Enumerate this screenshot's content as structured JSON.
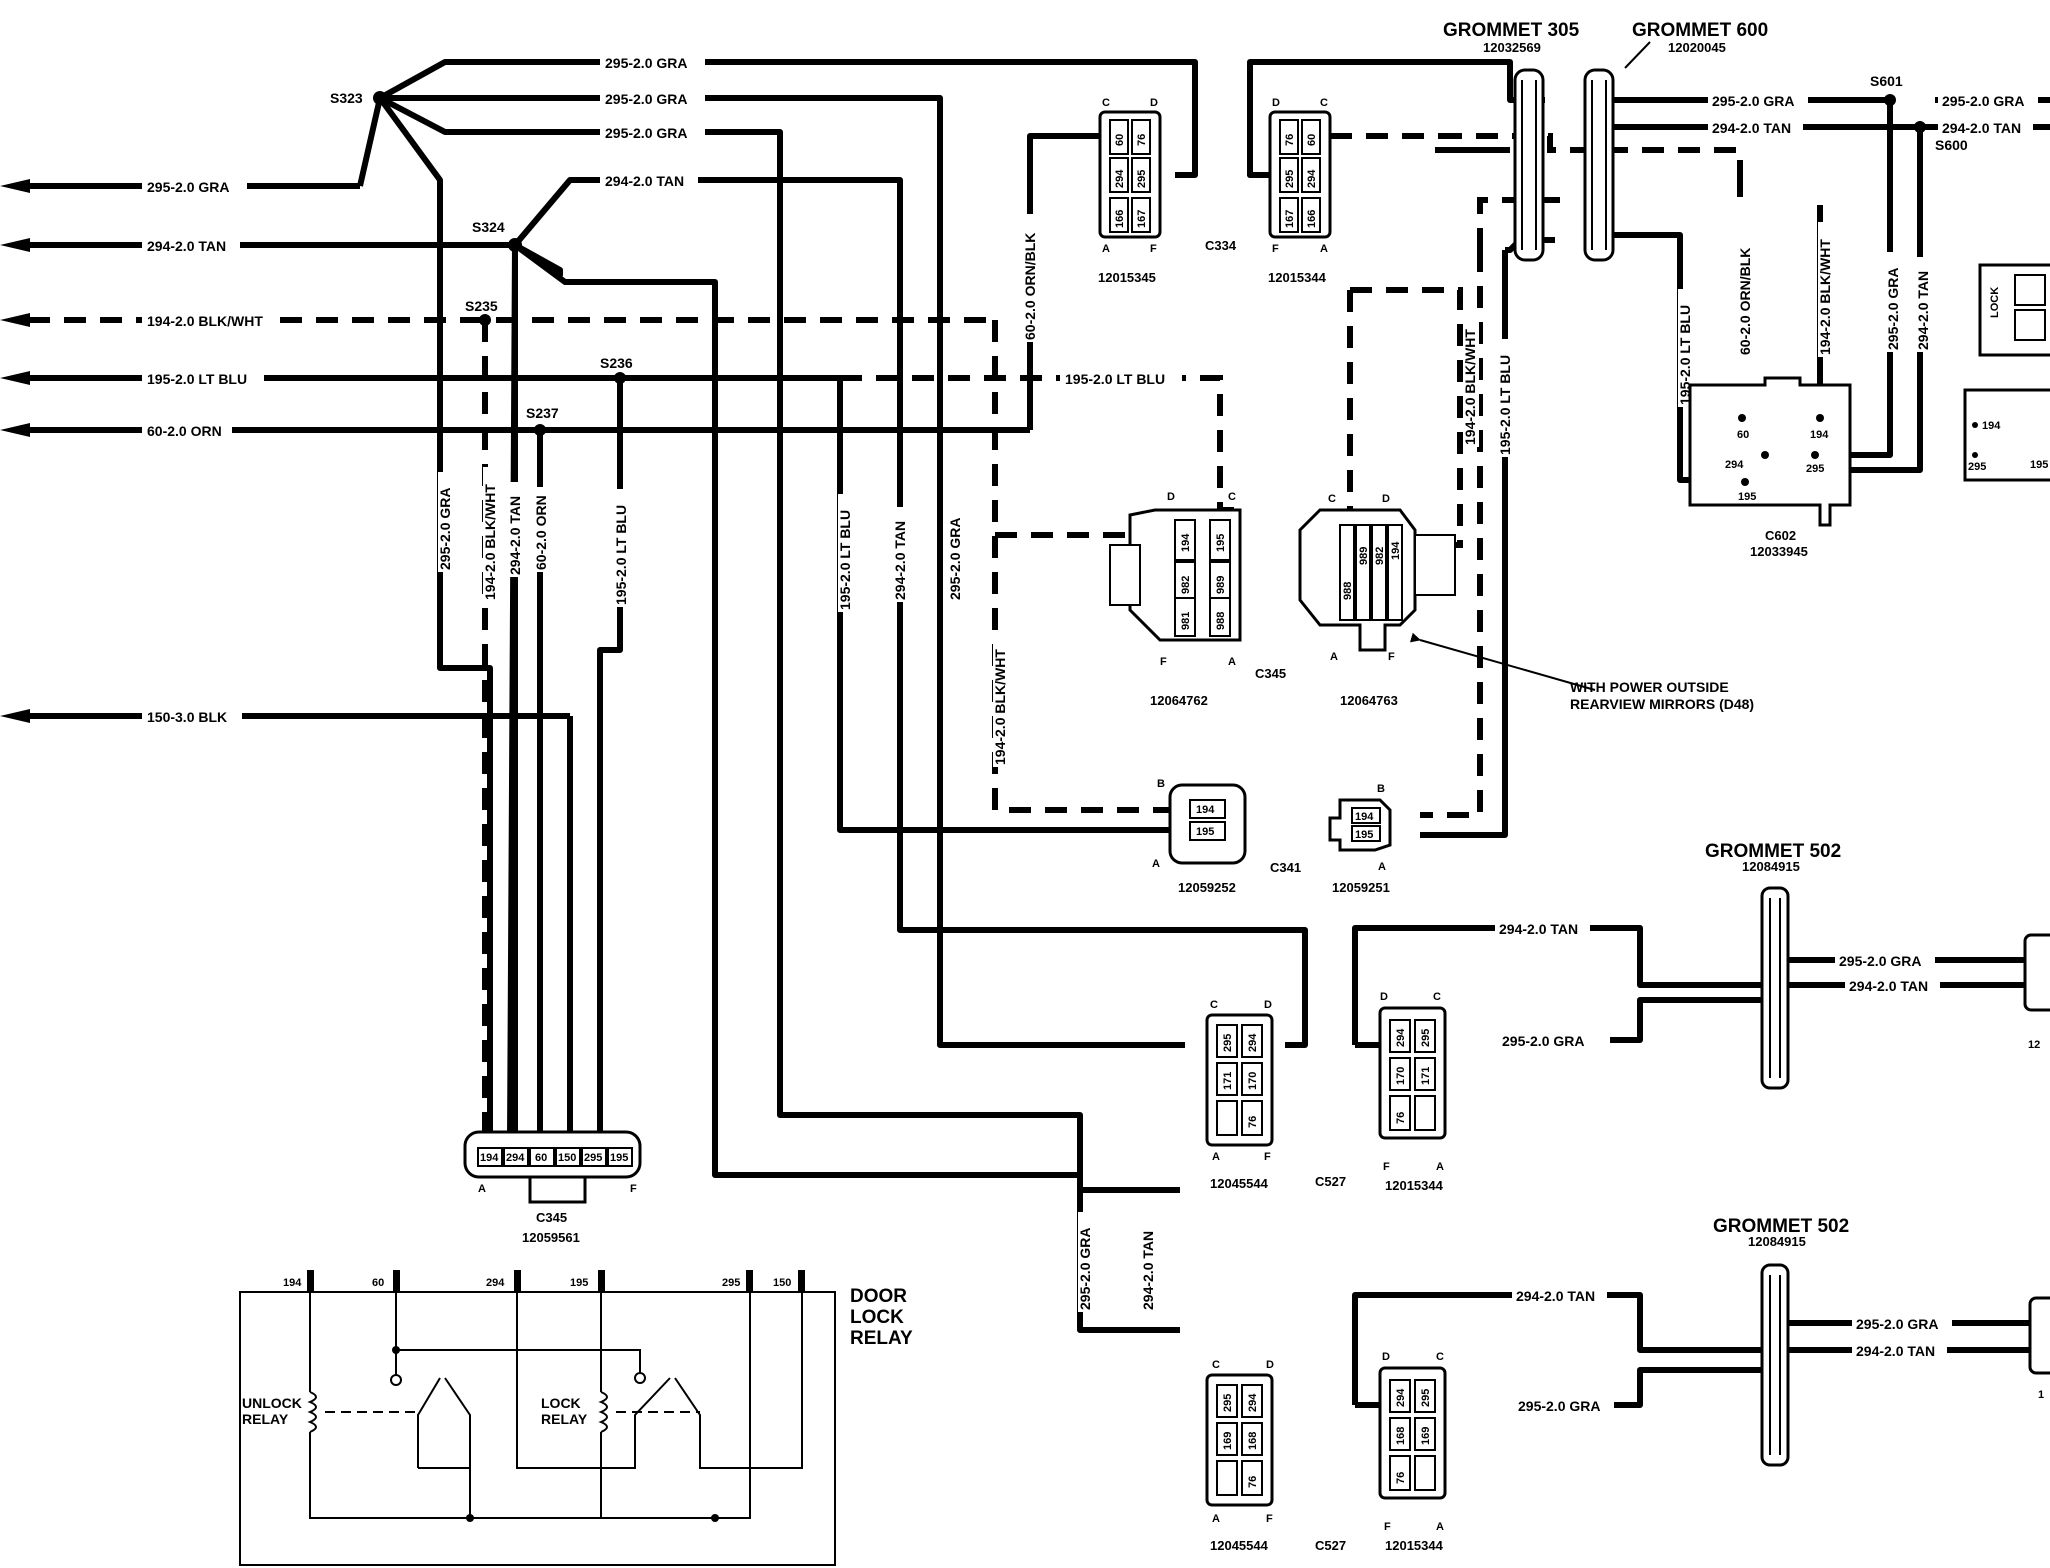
{
  "wire_labels": {
    "w295_gra": "295-2.0 GRA",
    "w294_tan": "294-2.0 TAN",
    "w194_blkwht": "194-2.0 BLK/WHT",
    "w195_ltblu": "195-2.0 LT BLU",
    "w60_orn": "60-2.0 ORN",
    "w60_ornblk": "60-2.0 ORN/BLK",
    "w150_blk": "150-3.0 BLK"
  },
  "splices": {
    "s323": "S323",
    "s324": "S324",
    "s235": "S235",
    "s236": "S236",
    "s237": "S237",
    "s601": "S601",
    "s600": "S600"
  },
  "connectors": {
    "c334": "C334",
    "c345": "C345",
    "c341": "C341",
    "c527": "C527",
    "c602": "C602",
    "pn_12015345": "12015345",
    "pn_12015344": "12015344",
    "pn_12064762": "12064762",
    "pn_12064763": "12064763",
    "pn_12059252": "12059252",
    "pn_12059251": "12059251",
    "pn_12059561": "12059561",
    "pn_12045544": "12045544",
    "pn_12033945": "12033945"
  },
  "grommets": {
    "g305": "GROMMET 305",
    "g305_pn": "12032569",
    "g600": "GROMMET 600",
    "g600_pn": "12020045",
    "g502": "GROMMET 502",
    "g502_pn": "12084915"
  },
  "relay": {
    "title_1": "DOOR",
    "title_2": "LOCK",
    "title_3": "RELAY",
    "unlock_1": "UNLOCK",
    "unlock_2": "RELAY",
    "lock_1": "LOCK",
    "lock_2": "RELAY",
    "t194": "194",
    "t60": "60",
    "t294": "294",
    "t195": "195",
    "t295": "295",
    "t150": "150"
  },
  "note": {
    "line1": "WITH POWER OUTSIDE",
    "line2": "REARVIEW MIRRORS (D48)"
  },
  "lock_switch": "LOCK",
  "pins": {
    "p60": "60",
    "p76": "76",
    "p294": "294",
    "p295": "295",
    "p166": "166",
    "p167": "167",
    "p194": "194",
    "p195": "195",
    "p982": "982",
    "p989": "989",
    "p981": "981",
    "p988": "988",
    "p150": "150",
    "p171": "171",
    "p170": "170",
    "p169": "169",
    "p168": "168",
    "A": "A",
    "B": "B",
    "C": "C",
    "D": "D",
    "F": "F",
    "p195f": "195",
    "p12": "12",
    "p1": "1"
  }
}
